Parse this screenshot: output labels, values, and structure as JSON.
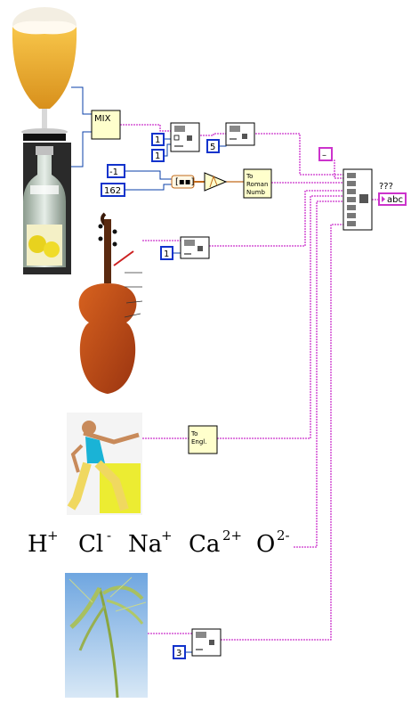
{
  "nodes": {
    "mix_label": "MIX",
    "roman_label_1": "To",
    "roman_label_2": "Roman",
    "roman_label_3": "Numb",
    "engl_label_1": "To",
    "engl_label_2": "Engl.",
    "indicator_label": "???",
    "string_indicator": "abc",
    "empty_string_const": "–"
  },
  "constants": {
    "c_mix_index_top": "1",
    "c_mix_index_bottom": "1",
    "c_mix_second": "5",
    "c_neg_one": "-1",
    "c_162": "162",
    "c_violin": "1",
    "c_wheat": "3"
  },
  "ions": {
    "h": {
      "base": "H",
      "charge": "+"
    },
    "cl": {
      "base": "Cl",
      "charge": "-"
    },
    "na": {
      "base": "Na",
      "charge": "+"
    },
    "ca": {
      "base": "Ca",
      "charge": "2+"
    },
    "o": {
      "base": "O",
      "charge": "2-"
    }
  },
  "colors": {
    "wire_string": "#cc33cc",
    "wire_numeric": "#0a3fa8",
    "wire_orange": "#c26a1a",
    "node_fill": "#ffffcc",
    "const_border": "#1133cc",
    "indicator_border": "#cc33cc"
  },
  "icons": {
    "beer": "beer-glass-icon",
    "lemonade": "lemonade-bottle-icon",
    "violin": "violin-icon",
    "athlete": "lunging-woman-icon",
    "wheat": "wheat-ear-icon"
  }
}
